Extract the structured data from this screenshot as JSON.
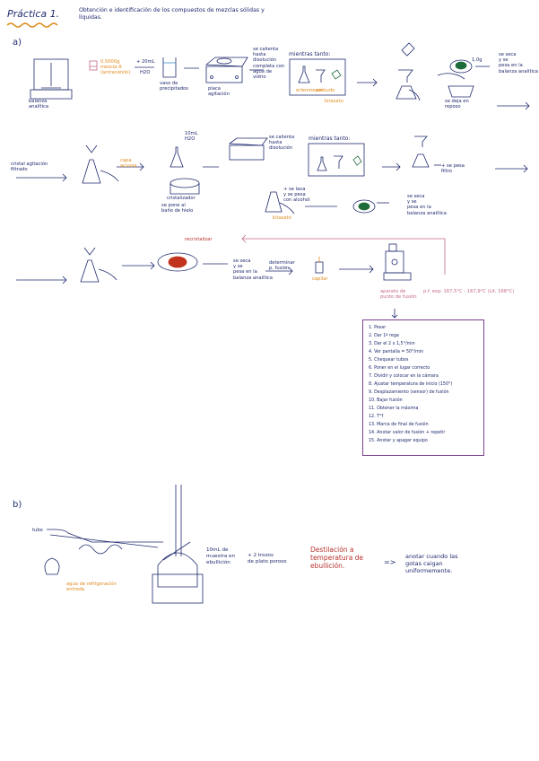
{
  "header": {
    "title": "Práctica 1.",
    "subtitle": "Obtención e identificación de los compuestos de mezclas sólidas y líquidas."
  },
  "sections": {
    "a": "a)",
    "b": "b)"
  },
  "row1": {
    "balanza": "balanza\nanalítica",
    "muestra": "0,5000g\nmezcla A\n(antracénilo)",
    "arrow1_top": "+ 20mL",
    "arrow1_bot": "H2O",
    "vaso": "vaso de\nprecipitados",
    "placa": "placa\nagitación",
    "disolucion": "se calienta\nhasta\ndisolución\ncompleta con\nagua de\nvidrio",
    "caliente_label": "mientras tanto:",
    "erlen": "erlenmeyer",
    "kitasato": "kitasato",
    "embudo": "embudo",
    "secar": "se seca\ny se\npesa en la\nbalanza analítica",
    "reposo": "se deja en\nreposo",
    "gramos": "1,0g"
  },
  "row2": {
    "capa": "capa\nacuosa",
    "izq": "cristal agitación\nfiltrado",
    "agua": "10mL\nH2O",
    "disolucion": "se calienta\nhasta\ndisolución",
    "caliente_label": "mientras tanto:",
    "decantador": "cristalizador",
    "hielo": "se pone al\nbaño de hielo",
    "kitasato": "kitasato",
    "filtro": "+ se pesa\nfiltro",
    "seca": "se seca\ny se\npesa en la\nbalanza analítica",
    "pesa": "+ se lava\ny se pesa\ncon alcohol"
  },
  "row3": {
    "recristal": "recristalizar",
    "secar": "se seca\ny se\npesa en la\nbalanza analítica",
    "punto": "determinar\np. fusión",
    "capilar": "capilar",
    "aparato": "aparato de\npunto de fusión",
    "valores": "p.f. exp: 167,5°C - 167,9°C (Lit. 168°C)"
  },
  "steps": [
    "1. Pesar",
    "2. Dar 1ª rega",
    "3. Dar el 2 x 1,5°/min",
    "4. Ver pantalla = 50°/min",
    "5. Chequear tubos",
    "6. Poner en el lugar correcto",
    "7. Dividir y colocar en la cámara",
    "8. Ajustar temperatura de inicio (150°)",
    "9. Desplazamiento (sensor) de fusión",
    "10. Bajar fusión",
    "11. Obtener la máxima",
    "12. T°f",
    "13. Marca de final de fusión",
    "14. Anotar valor de fusión + repetir",
    "15. Anotar y apagar equipo"
  ],
  "partb": {
    "tubo": "tubo",
    "drain": "agua de refrigeración\nentrada",
    "flask": "10mL de\nmuestra en\nebullición",
    "plus": "+ 2 trozos\nde plato poroso",
    "destilar": "Destilación a\ntemperatura de\nebullición.",
    "arrow": "=>",
    "resultado": "anotar cuando las\ngotas caigan\nuniformemente."
  },
  "colors": {
    "ink": "#1f2a6e",
    "orange": "#e08a1a",
    "red": "#b8322e",
    "pink": "#c46a8f",
    "purple": "#7b3f8e",
    "green": "#1d6b3a"
  }
}
